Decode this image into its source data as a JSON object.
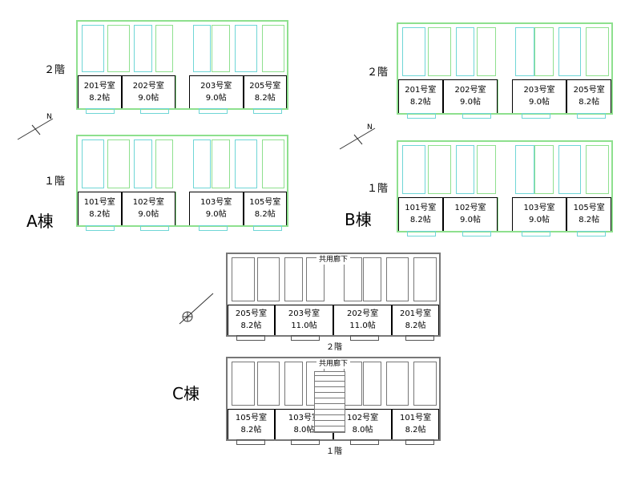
{
  "buildings": [
    {
      "label": "A棟",
      "floors": [
        {
          "label": "２階",
          "rooms": [
            {
              "name": "201号室",
              "size": "8.2帖"
            },
            {
              "name": "202号室",
              "size": "9.0帖"
            },
            {
              "name": "203号室",
              "size": "9.0帖"
            },
            {
              "name": "205号室",
              "size": "8.2帖"
            }
          ]
        },
        {
          "label": "１階",
          "rooms": [
            {
              "name": "101号室",
              "size": "8.2帖"
            },
            {
              "name": "102号室",
              "size": "9.0帖"
            },
            {
              "name": "103号室",
              "size": "9.0帖"
            },
            {
              "name": "105号室",
              "size": "8.2帖"
            }
          ]
        }
      ]
    },
    {
      "label": "B棟",
      "floors": [
        {
          "label": "２階",
          "rooms": [
            {
              "name": "201号室",
              "size": "8.2帖"
            },
            {
              "name": "202号室",
              "size": "9.0帖"
            },
            {
              "name": "203号室",
              "size": "9.0帖"
            },
            {
              "name": "205号室",
              "size": "8.2帖"
            }
          ]
        },
        {
          "label": "１階",
          "rooms": [
            {
              "name": "101号室",
              "size": "8.2帖"
            },
            {
              "name": "102号室",
              "size": "9.0帖"
            },
            {
              "name": "103号室",
              "size": "9.0帖"
            },
            {
              "name": "105号室",
              "size": "8.2帖"
            }
          ]
        }
      ]
    },
    {
      "label": "C棟",
      "corridor": "共用廊下",
      "floors": [
        {
          "label": "２階",
          "rooms": [
            {
              "name": "205号室",
              "size": "8.2帖"
            },
            {
              "name": "203号室",
              "size": "11.0帖"
            },
            {
              "name": "202号室",
              "size": "11.0帖"
            },
            {
              "name": "201号室",
              "size": "8.2帖"
            }
          ]
        },
        {
          "label": "１階",
          "rooms": [
            {
              "name": "105号室",
              "size": "8.2帖"
            },
            {
              "name": "103号室",
              "size": "8.0帖"
            },
            {
              "name": "102号室",
              "size": "8.0帖"
            },
            {
              "name": "101号室",
              "size": "8.2帖"
            }
          ]
        }
      ]
    }
  ],
  "north_label": "N",
  "colors": {
    "plan_ab": "#8ee08e",
    "fixture": "#6fd6d6",
    "plan_c": "#777777"
  }
}
